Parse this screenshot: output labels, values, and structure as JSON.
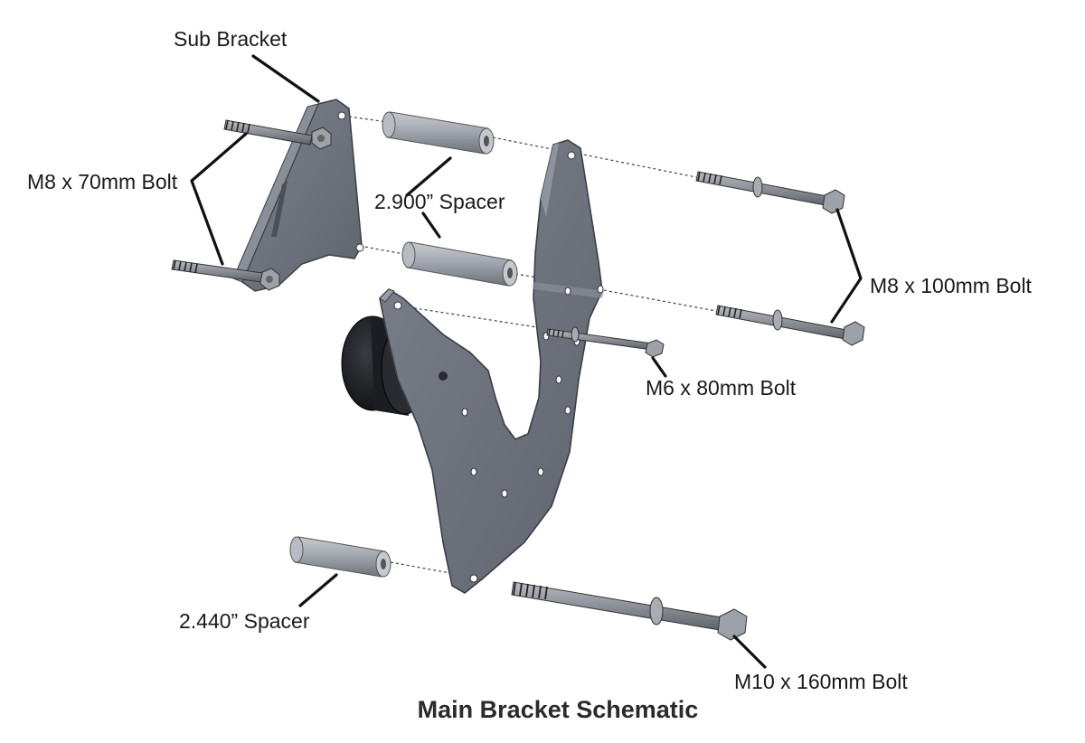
{
  "labels": {
    "sub_bracket": "Sub Bracket",
    "m8_70": "M8 x 70mm Bolt",
    "spacer_2900": "2.900” Spacer",
    "m8_100": "M8 x 100mm Bolt",
    "m6_80": "M6 x 80mm Bolt",
    "spacer_2440": "2.440” Spacer",
    "m10_160": "M10 x 160mm Bolt"
  },
  "caption": "Main Bracket Schematic",
  "colors": {
    "plate": "#6f7480",
    "plate_edge": "#3b3e46",
    "spacer": "#9ea2aa",
    "bolt": "#8c9098",
    "pulley": "#1b1c20",
    "leader": "#111111"
  }
}
